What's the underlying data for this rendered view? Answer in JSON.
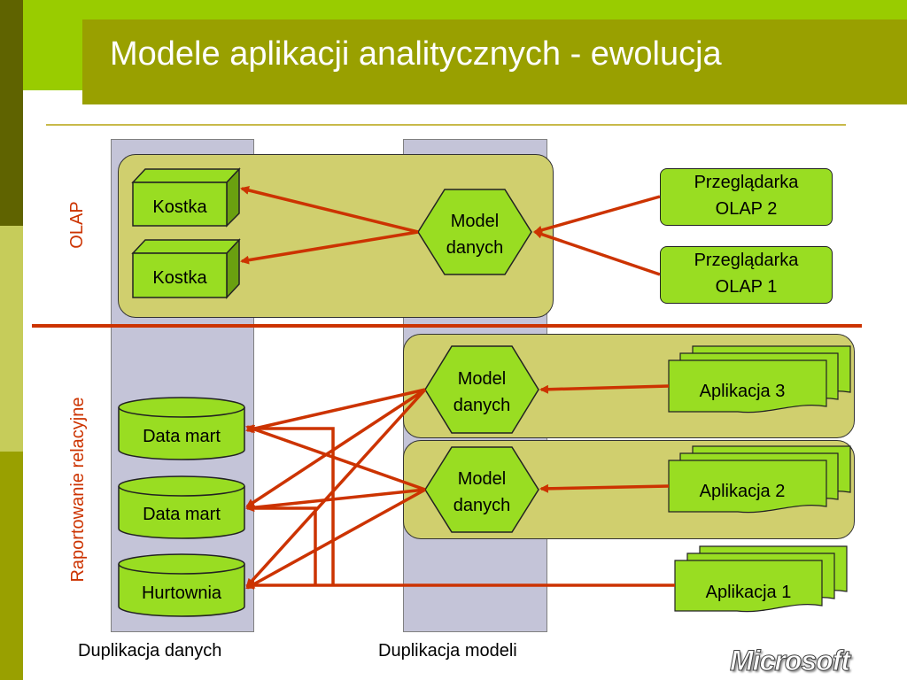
{
  "title": "Modele aplikacji analitycznych - ewolucja",
  "sections": {
    "olap": "OLAP",
    "relational": "Raportowanie relacyjne"
  },
  "olap": {
    "cubes": [
      "Kostka",
      "Kostka"
    ],
    "model": [
      "Model",
      "danych"
    ],
    "browsers": [
      [
        "Przeglądarka",
        "OLAP 2"
      ],
      [
        "Przeglądarka",
        "OLAP 1"
      ]
    ]
  },
  "relational": {
    "stores": [
      "Data mart",
      "Data mart",
      "Hurtownia"
    ],
    "models": [
      [
        "Model",
        "danych"
      ],
      [
        "Model",
        "danych"
      ]
    ],
    "apps": [
      "Aplikacja 3",
      "Aplikacja 2",
      "Aplikacja 1"
    ]
  },
  "bottom": {
    "left": "Duplikacja danych",
    "right": "Duplikacja modeli"
  },
  "logo": "Microsoft",
  "colors": {
    "accent": "#cc3300",
    "title_bar": "#99a000",
    "box_green": "#99dd22",
    "panel": "#d0cf6e",
    "column": "#c4c4d8"
  }
}
